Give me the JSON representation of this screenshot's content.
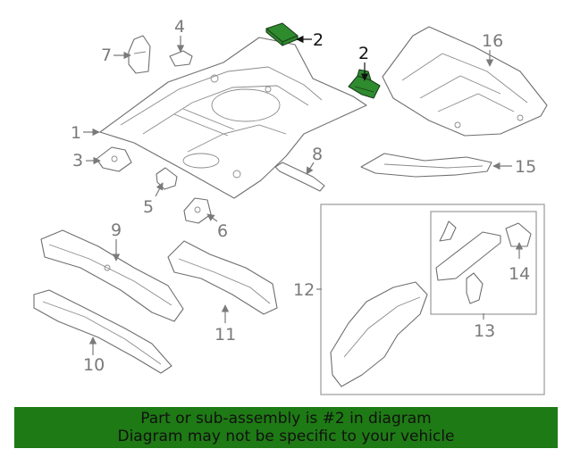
{
  "callouts": {
    "c1": "1",
    "c2a": "2",
    "c2b": "2",
    "c3": "3",
    "c4": "4",
    "c5": "5",
    "c6": "6",
    "c7": "7",
    "c8": "8",
    "c9": "9",
    "c10": "10",
    "c11": "11",
    "c12": "12",
    "c13": "13",
    "c14": "14",
    "c15": "15",
    "c16": "16"
  },
  "highlight": {
    "part_number": "2",
    "color": "#2e8b2e"
  },
  "banner": {
    "line1": "Part or sub-assembly is #2 in diagram",
    "line2": "Diagram may not be specific to your vehicle",
    "background": "#1e7a14"
  }
}
